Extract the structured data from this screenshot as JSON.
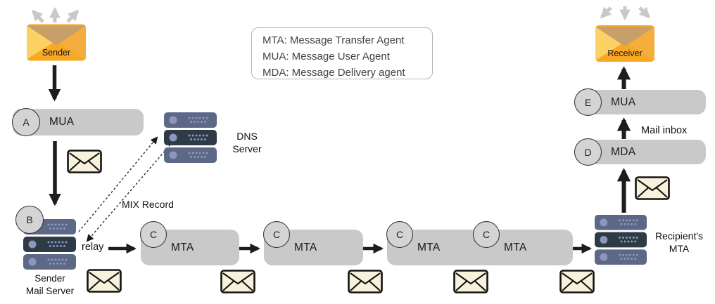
{
  "legend": {
    "lines": [
      "MTA: Message Transfer Agent",
      "MUA: Message User Agent",
      "MDA: Message Delivery agent"
    ]
  },
  "labels": {
    "relay": "relay",
    "mix_record": "MIX Record",
    "mail_inbox": "Mail inbox"
  },
  "nodes": {
    "sender": {
      "label": "Sender"
    },
    "receiver": {
      "label": "Receiver"
    },
    "mua_sender": {
      "badge": "A",
      "label": "MUA"
    },
    "sender_mail_server": {
      "badge": "B",
      "label": "Sender\nMail Server"
    },
    "dns_server": {
      "label": "DNS\nServer"
    },
    "mta_chain": [
      {
        "badge": "C",
        "label": "MTA"
      },
      {
        "badge": "C",
        "label": "MTA"
      },
      {
        "badge": "C",
        "label": "MTA"
      },
      {
        "badge": "C",
        "label": "MTA"
      }
    ],
    "recipient_mta": {
      "label": "Recipient's\nMTA"
    },
    "mda": {
      "badge": "D",
      "label": "MDA"
    },
    "mua_receiver": {
      "badge": "E",
      "label": "MUA"
    }
  },
  "colors": {
    "node_box_gray": "#c9c9c9",
    "badge_gray": "#d4d4d4",
    "server_slate": "#5d6886",
    "server_dark": "#2f3a47",
    "server_accent": "#8d97bd",
    "envelope_cream": "#f8f1dc",
    "envelope_orange": "#f9a825",
    "envelope_flap_tan": "#c89f68",
    "envelope_left_yellow": "#fbd263",
    "envelope_right_orange": "#f4ae3d",
    "arrow_black": "#1d1d1d",
    "arrow_gray": "#c8c8c8",
    "legend_text": "#424242"
  }
}
